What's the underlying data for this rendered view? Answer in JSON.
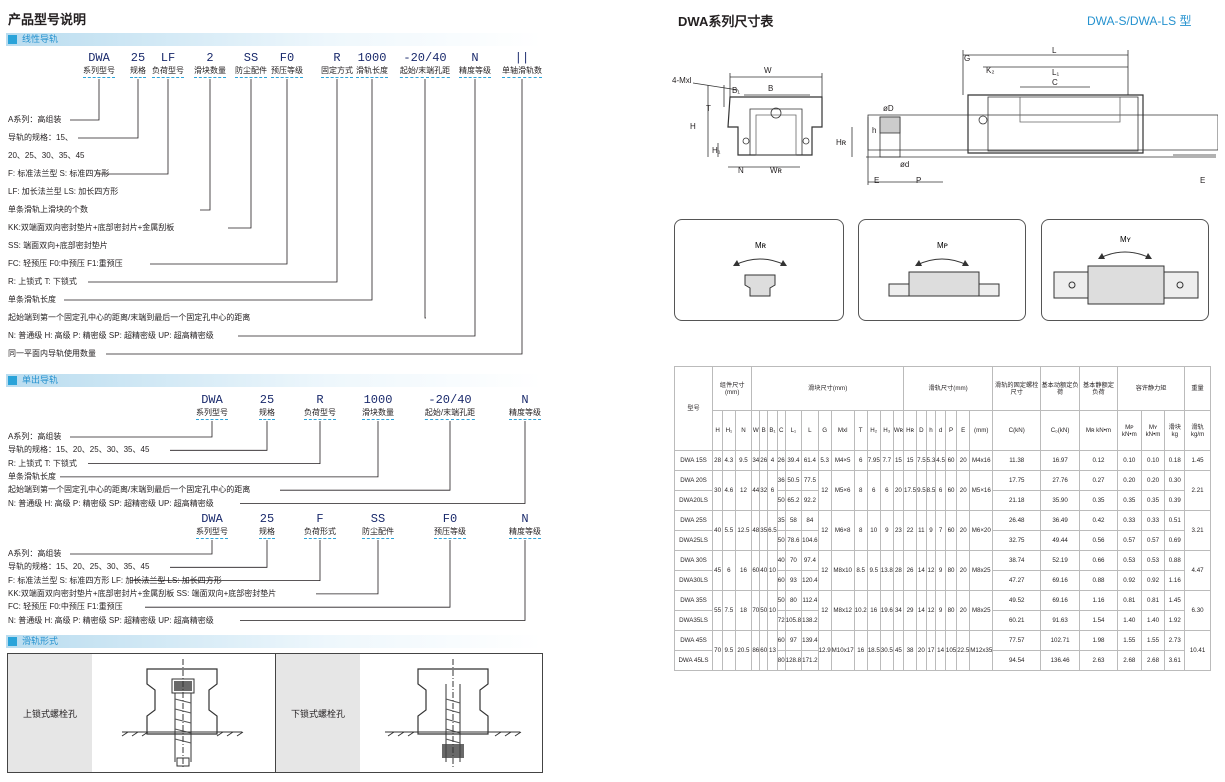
{
  "left": {
    "title": "产品型号说明",
    "section1": {
      "heading": "线性导轨",
      "codes": [
        "DWA",
        "25",
        "LF",
        "2",
        "SS",
        "F0",
        "R",
        "1000",
        "-20/40",
        "N",
        "||"
      ],
      "labels": [
        "系列型号",
        "规格",
        "负荷型号",
        "滑块数量",
        "防尘配件",
        "预压等级",
        "固定方式",
        "滑轨长度",
        "起始/末端孔距",
        "精度等级",
        "单轴滑轨数"
      ],
      "desc": [
        "A系列：高组装",
        "导轨的规格：15、",
        "20、25、30、35、45",
        "F: 标准法兰型  S: 标准四方形",
        "LF: 加长法兰型 LS: 加长四方形",
        "单条滑轨上滑块的个数",
        "KK:双端面双向密封垫片+底部密封片+金属刮板",
        "SS: 端面双向+底部密封垫片",
        "FC: 轻预压  F0:中预压  F1:重预压",
        "R: 上锁式  T: 下锁式",
        "单条滑轨长度",
        "起始端到第一个固定孔中心的距离/末端到最后一个固定孔中心的距离",
        "N: 普通级 H: 高级 P: 精密级 SP: 超精密级 UP: 超高精密级",
        "同一平面内导轨使用数量"
      ]
    },
    "section2": {
      "heading": "单出导轨",
      "codes": [
        "DWA",
        "25",
        "R",
        "1000",
        "-20/40",
        "N"
      ],
      "labels": [
        "系列型号",
        "规格",
        "负荷型号",
        "滑块数量",
        "起始/末端孔距",
        "精度等级"
      ],
      "desc": [
        "A系列：高组装",
        "导轨的规格：15、20、25、30、35、45",
        "R: 上锁式  T: 下锁式",
        "单条滑轨长度",
        "起始端到第一个固定孔中心的距离/末端到最后一个固定孔中心的距离",
        "N: 普通级 H: 高级 P: 精密级 SP: 超精密级 UP: 超高精密级"
      ],
      "codes2": [
        "DWA",
        "25",
        "F",
        "SS",
        "F0",
        "N"
      ],
      "labels2": [
        "系列型号",
        "规格",
        "负荷形式",
        "防尘配件",
        "预压等级",
        "精度等级"
      ],
      "desc2": [
        "A系列：高组装",
        "导轨的规格：15、20、25、30、35、45",
        "F: 标准法兰型  S: 标准四方形  LF: 加长法兰型 LS: 加长四方形",
        "KK:双端面双向密封垫片+底部密封片+金属刮板  SS: 端面双向+底部密封垫片",
        "FC: 轻预压  F0:中预压  F1:重预压",
        "N: 普通级 H: 高级 P: 精密级 SP: 超精密级 UP: 超高精密级"
      ]
    },
    "section3": {
      "heading": "滑轨形式",
      "upper": "上锁式螺栓孔",
      "lower": "下锁式螺栓孔"
    }
  },
  "right": {
    "title": "DWA系列尺寸表",
    "subtitle": "DWA-S/DWA-LS 型",
    "drawing_labels": {
      "mxl": "4-Mxl",
      "W": "W",
      "B": "B",
      "B1": "B₁",
      "T": "T",
      "H": "H",
      "H1": "H₁",
      "N": "N",
      "WR": "Wʀ",
      "G": "G",
      "L": "L",
      "K2": "K₂",
      "L1": "L₁",
      "C": "C",
      "oD": "øD",
      "h": "h",
      "HR": "Hʀ",
      "od": "ød",
      "E": "E",
      "P": "P"
    },
    "moments": [
      "Mʀ",
      "Mᴘ",
      "Mʏ"
    ],
    "table": {
      "h_model": "型号",
      "h_assembly": "组件尺寸 (mm)",
      "h_block": "滑块尺寸(mm)",
      "h_rail": "滑轨尺寸(mm)",
      "h_bolt": "滑轨的固定螺栓尺寸",
      "h_dyn": "基本动额定负荷",
      "h_static": "基本静额定负荷",
      "h_moment": "容许静力矩",
      "h_weight": "重量",
      "sub": [
        "H",
        "H₁",
        "N",
        "W",
        "B",
        "B₁",
        "C",
        "L₁",
        "L",
        "G",
        "Mxl",
        "T",
        "H₂",
        "H₃",
        "Wʀ",
        "Hʀ",
        "D",
        "h",
        "d",
        "P",
        "E",
        "(mm)",
        "C(kN)",
        "C₀(kN)",
        "Mʀ kN•m",
        "Mᴘ kN•m",
        "Mʏ kN•m",
        "滑块 kg",
        "滑轨 kg/m"
      ],
      "rows": [
        [
          "DWA 15S",
          "28",
          "4.3",
          "9.5",
          "34",
          "26",
          "4",
          "26",
          "39.4",
          "61.4",
          "5.3",
          "M4×5",
          "6",
          "7.95",
          "7.7",
          "15",
          "15",
          "7.5",
          "5.3",
          "4.5",
          "60",
          "20",
          "M4x16",
          "11.38",
          "16.97",
          "0.12",
          "0.10",
          "0.10",
          "0.18",
          "1.45"
        ],
        [
          "DWA 20S",
          "30",
          "4.6",
          "12",
          "44",
          "32",
          "6",
          "36",
          "50.5",
          "77.5",
          "12",
          "M5×6",
          "8",
          "6",
          "6",
          "20",
          "17.5",
          "9.5",
          "8.5",
          "6",
          "60",
          "20",
          "M5×16",
          "17.75",
          "27.76",
          "0.27",
          "0.20",
          "0.20",
          "0.30",
          "2.21"
        ],
        [
          "DWA20LS",
          "",
          "",
          "",
          "",
          "",
          "",
          "50",
          "65.2",
          "92.2",
          "",
          "",
          "",
          "",
          "",
          "",
          "",
          "",
          "",
          "",
          "",
          "",
          "",
          "21.18",
          "35.90",
          "0.35",
          "0.35",
          "0.35",
          "0.39",
          ""
        ],
        [
          "DWA 25S",
          "40",
          "5.5",
          "12.5",
          "48",
          "35",
          "6.5",
          "35",
          "58",
          "84",
          "12",
          "M6×8",
          "8",
          "10",
          "9",
          "23",
          "22",
          "11",
          "9",
          "7",
          "60",
          "20",
          "M6×20",
          "26.48",
          "36.49",
          "0.42",
          "0.33",
          "0.33",
          "0.51",
          "3.21"
        ],
        [
          "DWA25LS",
          "",
          "",
          "",
          "",
          "",
          "",
          "50",
          "78.6",
          "104.6",
          "",
          "",
          "",
          "",
          "",
          "",
          "",
          "",
          "",
          "",
          "",
          "",
          "",
          "32.75",
          "49.44",
          "0.56",
          "0.57",
          "0.57",
          "0.69",
          ""
        ],
        [
          "DWA 30S",
          "45",
          "6",
          "16",
          "60",
          "40",
          "10",
          "40",
          "70",
          "97.4",
          "12",
          "M8x10",
          "8.5",
          "9.5",
          "13.8",
          "28",
          "26",
          "14",
          "12",
          "9",
          "80",
          "20",
          "M8x25",
          "38.74",
          "52.19",
          "0.66",
          "0.53",
          "0.53",
          "0.88",
          "4.47"
        ],
        [
          "DWA30LS",
          "",
          "",
          "",
          "",
          "",
          "",
          "60",
          "93",
          "120.4",
          "",
          "",
          "",
          "",
          "",
          "",
          "",
          "",
          "",
          "",
          "",
          "",
          "",
          "47.27",
          "69.16",
          "0.88",
          "0.92",
          "0.92",
          "1.16",
          ""
        ],
        [
          "DWA 35S",
          "55",
          "7.5",
          "18",
          "70",
          "50",
          "10",
          "50",
          "80",
          "112.4",
          "12",
          "M8x12",
          "10.2",
          "16",
          "19.6",
          "34",
          "29",
          "14",
          "12",
          "9",
          "80",
          "20",
          "M8x25",
          "49.52",
          "69.16",
          "1.16",
          "0.81",
          "0.81",
          "1.45",
          "6.30"
        ],
        [
          "DWA35LS",
          "",
          "",
          "",
          "",
          "",
          "",
          "72",
          "105.8",
          "138.2",
          "",
          "",
          "",
          "",
          "",
          "",
          "",
          "",
          "",
          "",
          "",
          "",
          "",
          "60.21",
          "91.63",
          "1.54",
          "1.40",
          "1.40",
          "1.92",
          ""
        ],
        [
          "DWA 45S",
          "70",
          "9.5",
          "20.5",
          "86",
          "60",
          "13",
          "60",
          "97",
          "139.4",
          "12.9",
          "M10x17",
          "16",
          "18.5",
          "30.5",
          "45",
          "38",
          "20",
          "17",
          "14",
          "105",
          "22.5",
          "M12x35",
          "77.57",
          "102.71",
          "1.98",
          "1.55",
          "1.55",
          "2.73",
          "10.41"
        ],
        [
          "DWA 45LS",
          "",
          "",
          "",
          "",
          "",
          "",
          "80",
          "128.8",
          "171.2",
          "",
          "",
          "",
          "",
          "",
          "",
          "",
          "",
          "",
          "",
          "",
          "",
          "",
          "94.54",
          "136.46",
          "2.63",
          "2.68",
          "2.68",
          "3.61",
          ""
        ]
      ]
    }
  }
}
